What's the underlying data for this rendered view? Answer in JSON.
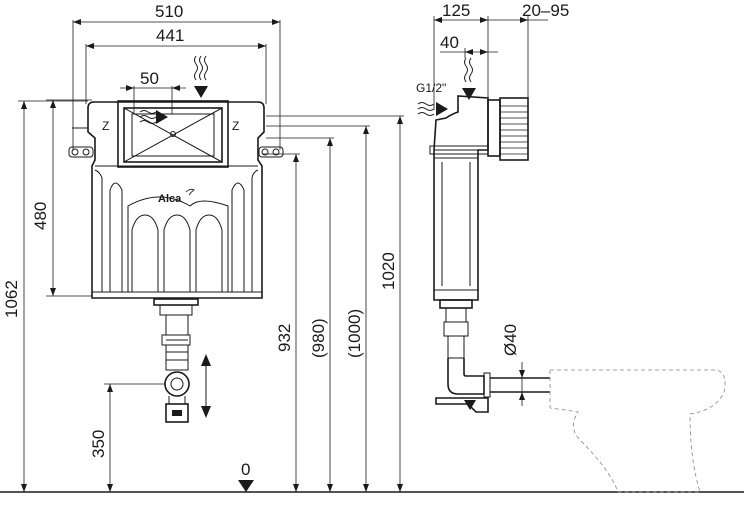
{
  "brand": {
    "logo_text": "Alca"
  },
  "front_view": {
    "dim_width_overall": "510",
    "dim_width_frame": "441",
    "dim_inlet_offset": "50",
    "dim_tank_height": "480",
    "dim_total_height": "1062",
    "dim_outlet_height": "350",
    "dim_mount_932": "932",
    "dim_mount_980": "(980)",
    "dim_mount_1000": "(1000)",
    "dim_mount_1020": "1020",
    "dim_floor": "0"
  },
  "side_view": {
    "dim_depth": "125",
    "dim_wall_adjust": "20–95",
    "dim_inlet_depth": "40",
    "inlet_thread": "G1/2\"",
    "drain_diameter": "Ø40"
  }
}
